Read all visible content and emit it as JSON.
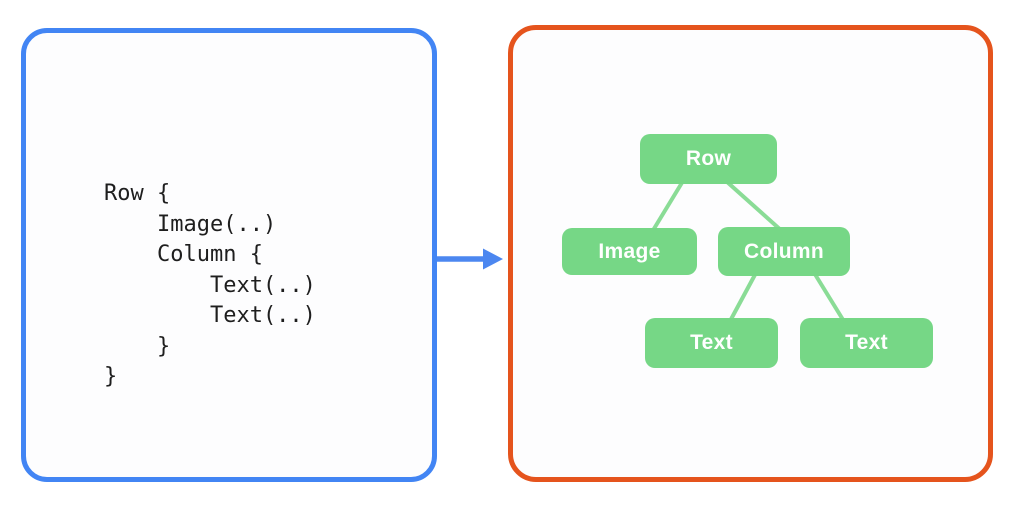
{
  "code_panel": {
    "code": "Row {\n    Image(..)\n    Column {\n        Text(..)\n        Text(..)\n    }\n}"
  },
  "tree_panel": {
    "nodes": [
      {
        "id": "row",
        "label": "Row"
      },
      {
        "id": "image",
        "label": "Image"
      },
      {
        "id": "column",
        "label": "Column"
      },
      {
        "id": "text1",
        "label": "Text"
      },
      {
        "id": "text2",
        "label": "Text"
      }
    ],
    "edges": [
      [
        "row",
        "image"
      ],
      [
        "row",
        "column"
      ],
      [
        "column",
        "text1"
      ],
      [
        "column",
        "text2"
      ]
    ]
  },
  "colors": {
    "code_panel_border": "#4285F4",
    "tree_panel_border": "#E5541D",
    "arrow": "#4C87F0",
    "node_fill": "#76D786",
    "edge_line": "#8ADC96",
    "node_text": "#FFFFFF",
    "code_text": "#1E1E1E"
  }
}
